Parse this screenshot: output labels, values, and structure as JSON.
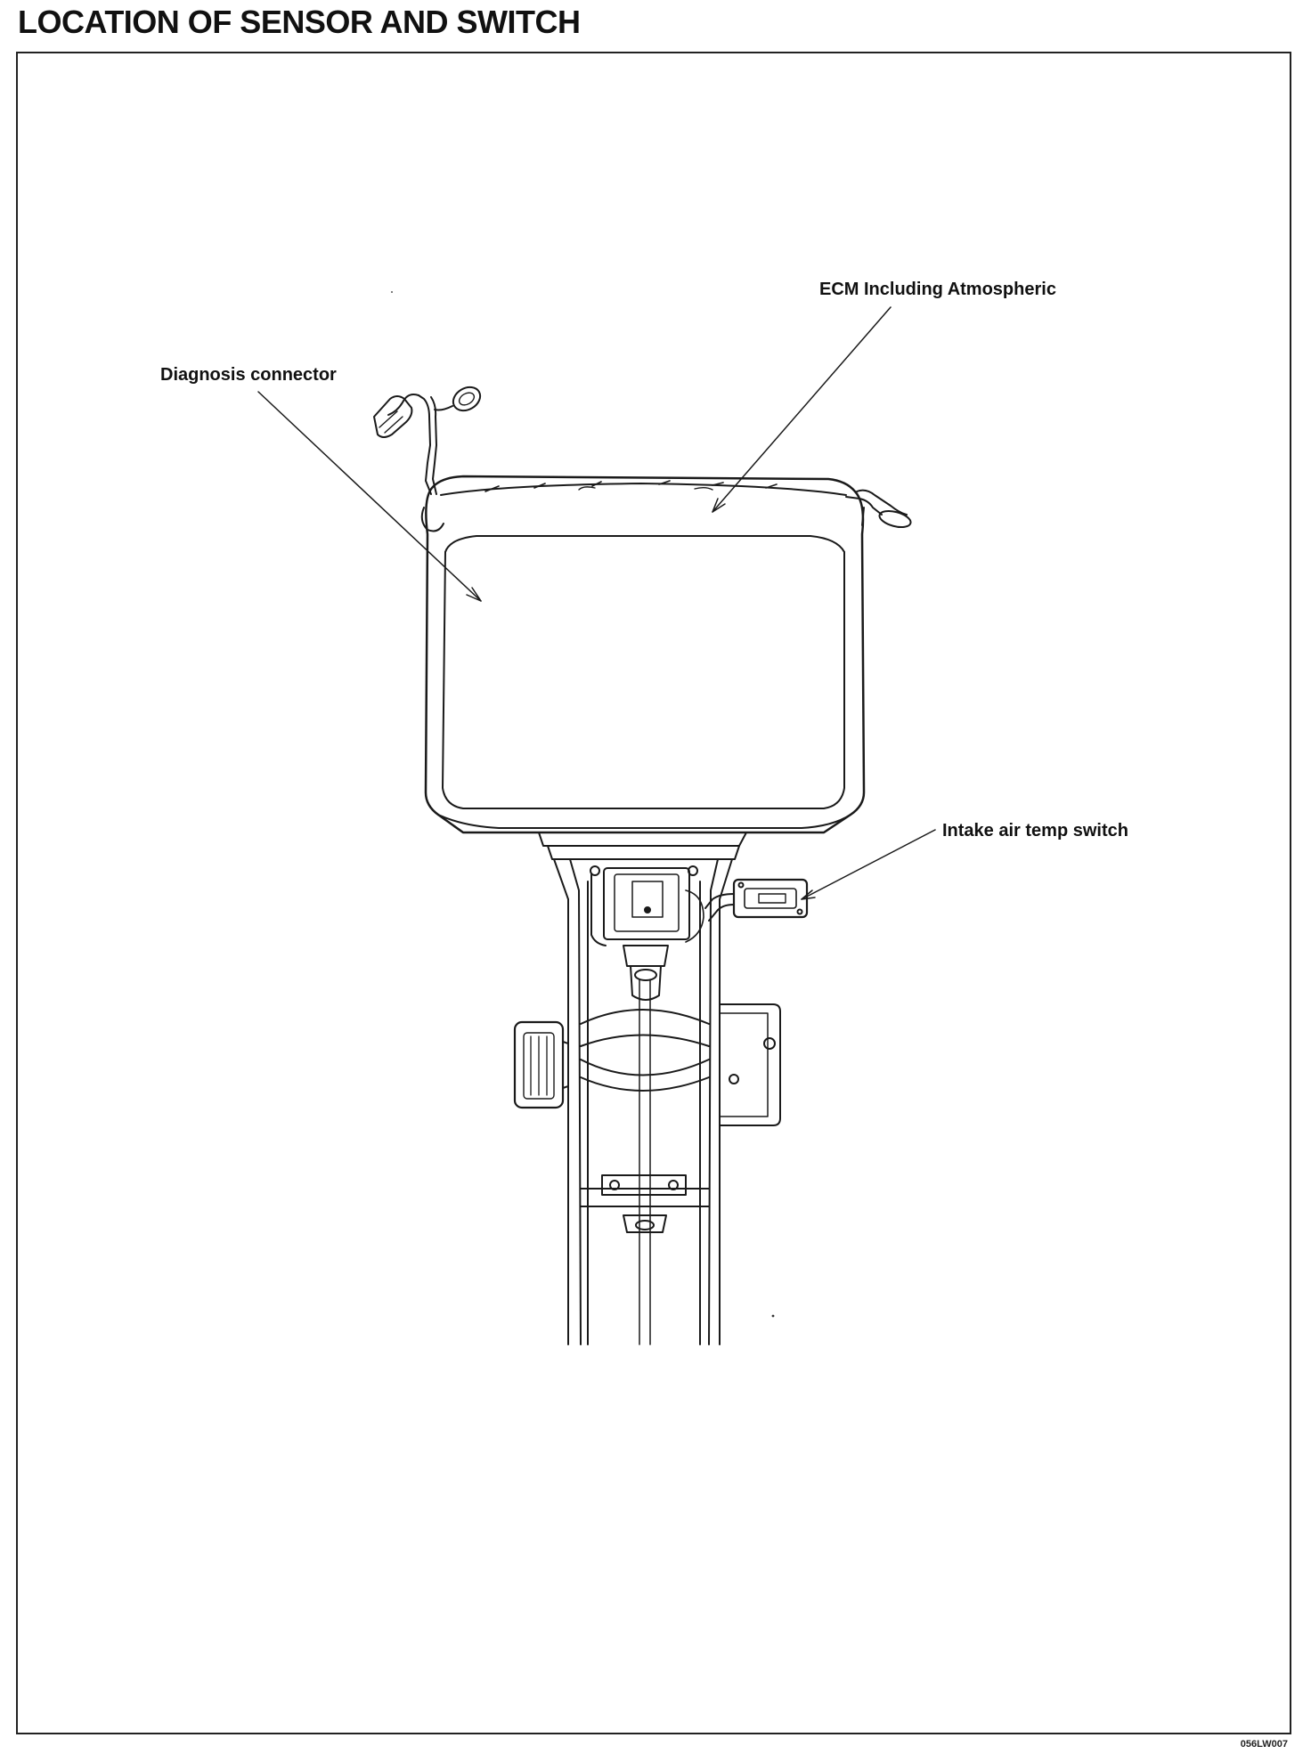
{
  "page": {
    "title": "LOCATION OF SENSOR AND SWITCH",
    "figure_code": "056LW007"
  },
  "labels": {
    "ecm": "ECM Including Atmospheric",
    "diagnosis_connector": "Diagnosis connector",
    "intake_air_temp_switch": "Intake air temp switch"
  },
  "colors": {
    "line": "#1a1a1a",
    "background": "#ffffff"
  }
}
